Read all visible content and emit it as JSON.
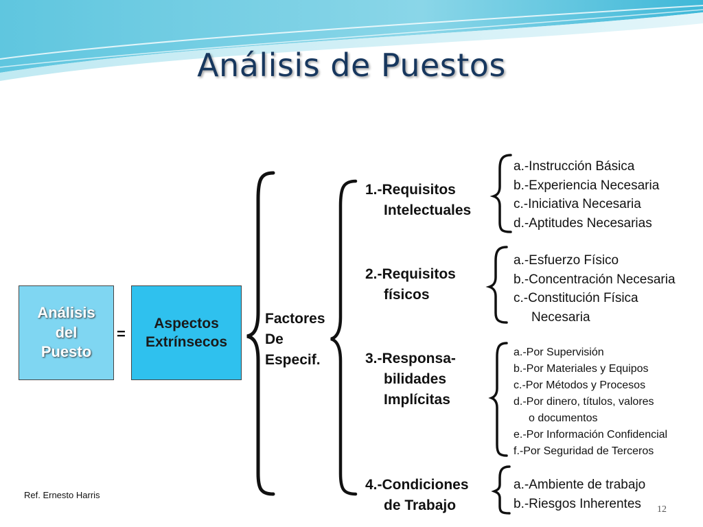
{
  "title": "Análisis de Puestos",
  "left_box": {
    "lines": [
      "Análisis",
      "del",
      "Puesto"
    ]
  },
  "equals": "=",
  "middle_box": {
    "lines": [
      "Aspectos",
      "Extrínsecos"
    ]
  },
  "factores": {
    "lines": [
      "Factores",
      "De",
      "Especif."
    ]
  },
  "categories": [
    {
      "line1": "1.-Requisitos",
      "line2": "Intelectuales",
      "items": [
        "a.-Instrucción Básica",
        "b.-Experiencia Necesaria",
        "c.-Iniciativa Necesaria",
        "d.-Aptitudes Necesarias"
      ]
    },
    {
      "line1": "2.-Requisitos",
      "line2": "físicos",
      "items": [
        "a.-Esfuerzo Físico",
        "b.-Concentración Necesaria",
        "c.-Constitución Física",
        "Necesaria"
      ]
    },
    {
      "line1": "3.-Responsa-",
      "line2": "bilidades",
      "line3": "Implícitas",
      "items": [
        "a.-Por Supervisión",
        "b.-Por Materiales y Equipos",
        "c.-Por Métodos y Procesos",
        "d.-Por dinero, títulos, valores",
        "o documentos",
        "e.-Por Información Confidencial",
        "f.-Por Seguridad de Terceros"
      ]
    },
    {
      "line1": "4.-Condiciones",
      "line2": "de Trabajo",
      "items": [
        "a.-Ambiente de trabajo",
        "b.-Riesgos Inherentes"
      ]
    }
  ],
  "reference": "Ref. Ernesto  Harris",
  "page_number": "12"
}
